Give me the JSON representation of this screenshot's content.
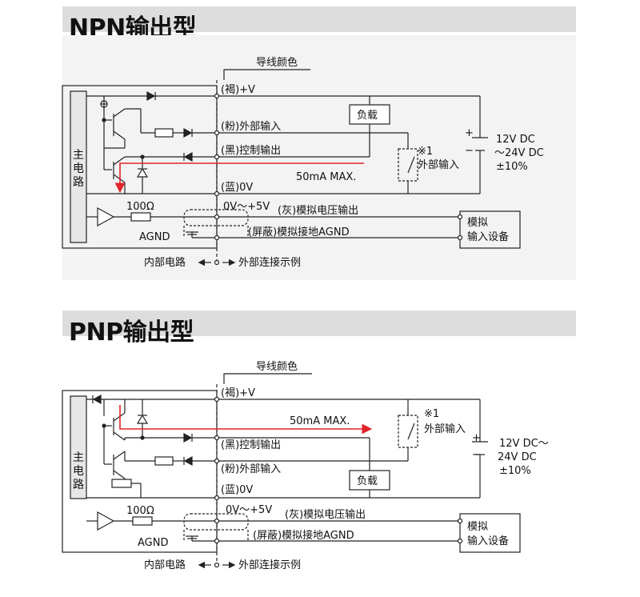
{
  "npn": {
    "title": "NPN输出型",
    "wire_color_header": "导线颜色",
    "wire_brown": "(褐)+V",
    "wire_pink": "(粉)外部输入",
    "wire_black": "(黑)控制输出",
    "wire_blue": "(蓝)0V",
    "analog_range": "0V～+5V",
    "wire_gray": "(灰)模拟电压输出",
    "wire_shield": "(屏蔽)模拟接地AGND",
    "main_circuit": [
      "主",
      "电",
      "路"
    ],
    "resistor_label": "100Ω",
    "agnd_label": "AGND",
    "current_label": "50mA MAX.",
    "load_label": "负载",
    "note_mark": "※1",
    "external_input": "外部输入",
    "supply_lines": [
      "12V DC",
      "～24V DC",
      "±10%"
    ],
    "device_lines": [
      "模拟",
      "输入设备"
    ],
    "internal_circuit": "内部电路",
    "external_example": "外部连接示例",
    "plus": "+",
    "minus": "−"
  },
  "pnp": {
    "title": "PNP输出型",
    "wire_color_header": "导线颜色",
    "wire_brown": "(褐)+V",
    "wire_black": "(黑)控制输出",
    "wire_pink": "(粉)外部输入",
    "wire_blue": "(蓝)0V",
    "analog_range": "0V～+5V",
    "wire_gray": "(灰)模拟电压输出",
    "wire_shield": "(屏蔽)模拟接地AGND",
    "main_circuit": [
      "主",
      "电",
      "路"
    ],
    "resistor_label": "100Ω",
    "agnd_label": "AGND",
    "current_label": "50mA MAX.",
    "load_label": "负载",
    "note_mark": "※1",
    "external_input": "外部输入",
    "supply_lines": [
      "12V DC～",
      "24V DC",
      "±10%"
    ],
    "device_lines": [
      "模拟",
      "输入设备"
    ],
    "internal_circuit": "内部电路",
    "external_example": "外部连接示例",
    "plus": "+",
    "minus": "−"
  },
  "colors": {
    "current_arrow": "#e0242a",
    "header_bg": "#dddddd",
    "panel_bg": "#f3f3f3",
    "line": "#222222"
  }
}
